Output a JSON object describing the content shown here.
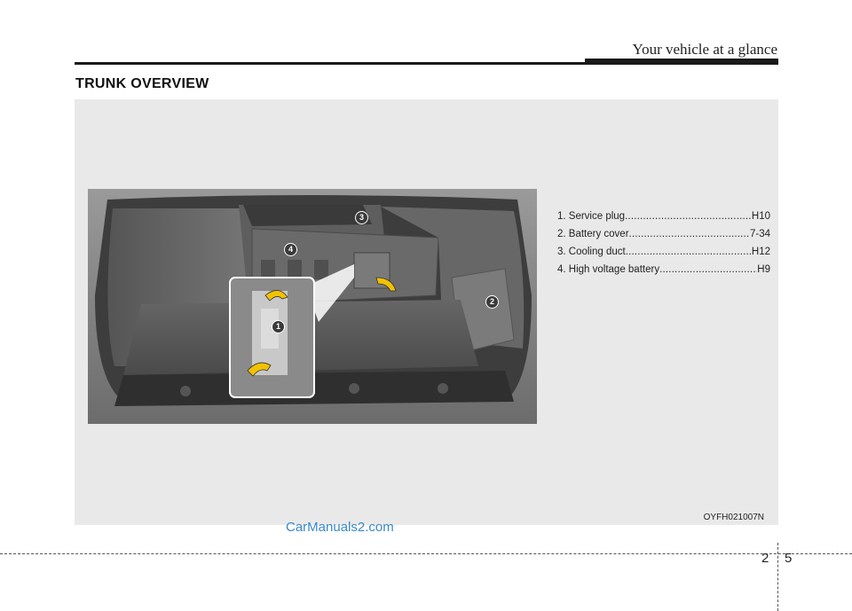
{
  "header": {
    "title": "Your vehicle at a glance"
  },
  "section": {
    "title": "TRUNK OVERVIEW"
  },
  "callouts": [
    "1",
    "2",
    "3",
    "4"
  ],
  "legend": [
    {
      "label": "1. Service plug",
      "ref": "H10"
    },
    {
      "label": "2. Battery cover",
      "ref": "7-34"
    },
    {
      "label": "3. Cooling duct ",
      "ref": "H12"
    },
    {
      "label": "4. High voltage battery ",
      "ref": "H9"
    }
  ],
  "figure": {
    "code": "OYFH021007N"
  },
  "watermark": {
    "text": "CarManuals2.com"
  },
  "page": {
    "chapter": "2",
    "number": "5"
  },
  "colors": {
    "panel": "#e9e9e9",
    "callout_bg": "#3a3a3a",
    "arrow": "#f2c200",
    "watermark": "#3a88c8"
  }
}
